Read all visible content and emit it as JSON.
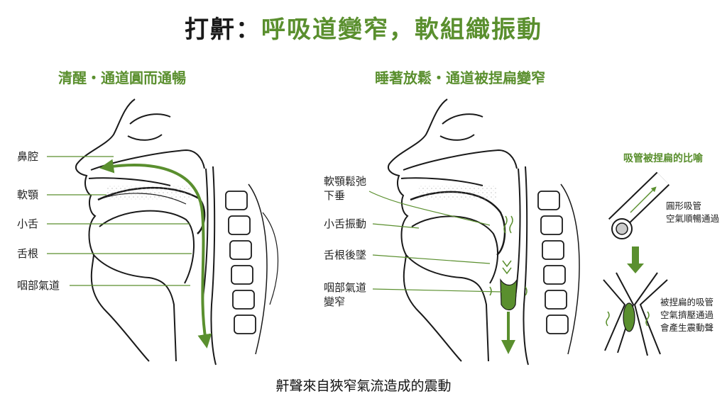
{
  "title": {
    "part1": "打鼾：",
    "part2": "呼吸道變窄，軟組織振動"
  },
  "left_panel": {
    "title": "清醒・通道圓而通暢",
    "labels": [
      "鼻腔",
      "軟顎",
      "小舌",
      "舌根",
      "咽部氣道"
    ]
  },
  "right_panel": {
    "title": "睡著放鬆・通道被捏扁變窄",
    "labels": [
      "軟顎鬆弛\n下垂",
      "小舌振動",
      "舌根後墜",
      "咽部氣道\n變窄"
    ]
  },
  "analogy": {
    "title": "吸管被捏扁的比喻",
    "round_note": "圓形吸管\n空氣順暢通過",
    "pinched_note": "被捏扁的吸管\n空氣擠壓通過\n會產生震動聲"
  },
  "caption": "鼾聲來自狹窄氣流造成的震動",
  "colors": {
    "accent": "#5a8f2e",
    "line": "#1a1a1a"
  }
}
